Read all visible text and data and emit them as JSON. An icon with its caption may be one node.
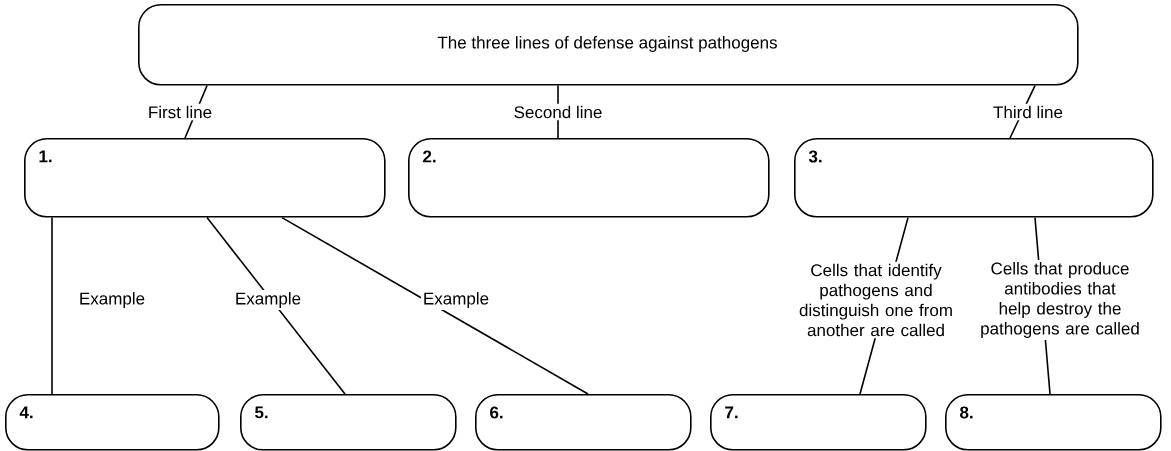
{
  "diagram": {
    "nodes": [
      {
        "text": [
          "The three lines of defense against pathogens"
        ]
      },
      {
        "text": [
          "**1.**"
        ]
      },
      {
        "text": [
          "**2.**"
        ]
      },
      {
        "text": [
          "**3.**"
        ]
      },
      {
        "text": [
          "**4.**"
        ]
      },
      {
        "text": [
          "**5.**"
        ]
      },
      {
        "text": [
          "**6.**"
        ]
      },
      {
        "text": [
          "**7.**"
        ]
      },
      {
        "text": [
          "**8.**"
        ]
      }
    ],
    "edges": [
      {
        "from": 0,
        "to": 1,
        "arrow": "none",
        "label": "First line"
      },
      {
        "from": 0,
        "to": 2,
        "arrow": "none",
        "label": "Second line"
      },
      {
        "from": 0,
        "to": 3,
        "arrow": "none",
        "label": "Third line"
      },
      {
        "from": 1,
        "to": 4,
        "arrow": "none",
        "label": "Example"
      },
      {
        "from": 1,
        "to": 5,
        "arrow": "none",
        "label": "Example"
      },
      {
        "from": 1,
        "to": 6,
        "arrow": "none",
        "label": "Example"
      },
      {
        "from": 3,
        "to": 7,
        "arrow": "none",
        "label": "Cells that identify pathogens and distinguish one from another are called"
      },
      {
        "from": 3,
        "to": 8,
        "arrow": "none",
        "label": "Cells that produce antibodies that help destroy the pathogens are called"
      }
    ]
  }
}
